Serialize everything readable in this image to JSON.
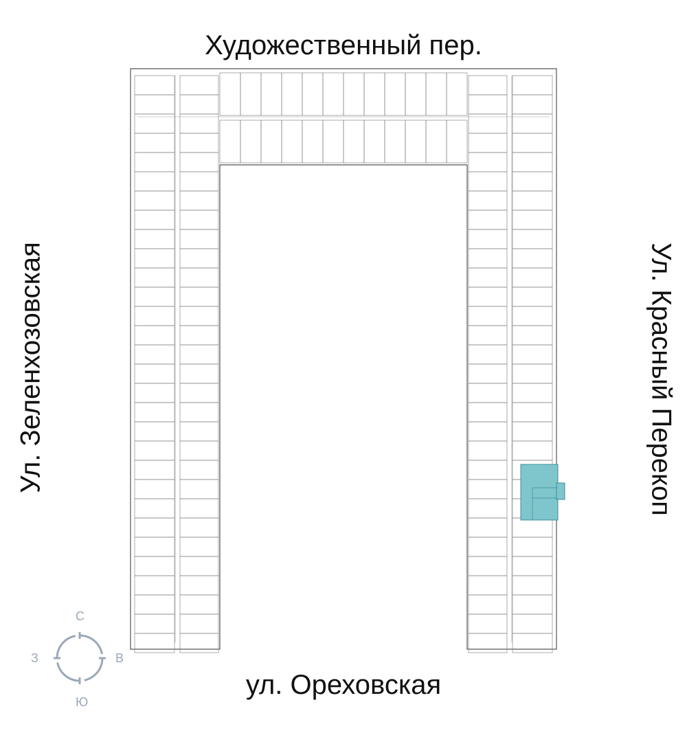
{
  "streets": {
    "north": "Художественный пер.",
    "south": "ул. Ореховская",
    "west": "Ул. Зеленхозовская",
    "east": "Ул. Красный Перекоп"
  },
  "compass": {
    "north": "С",
    "south": "Ю",
    "west": "З",
    "east": "В",
    "color": "#9aa8b8"
  },
  "highlight": {
    "label": "selected-apartment",
    "color": "#7fc6cc"
  }
}
